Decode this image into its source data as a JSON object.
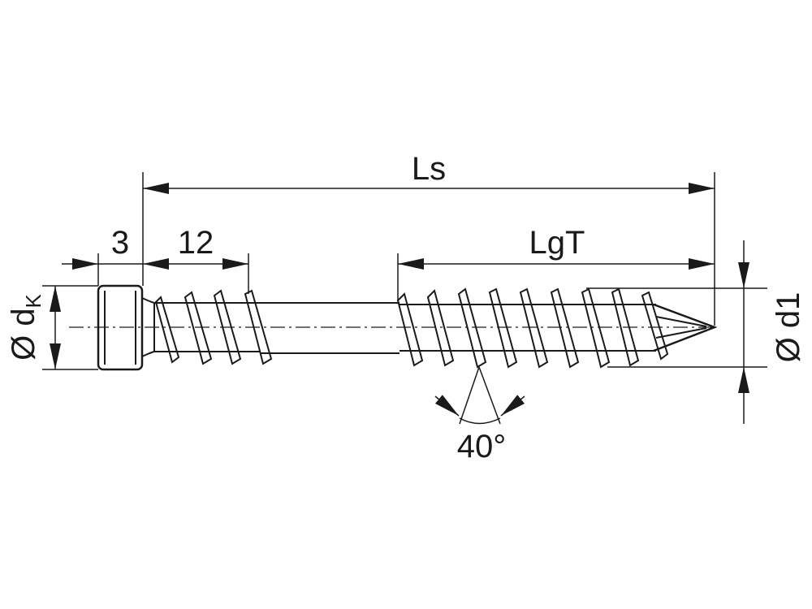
{
  "labels": {
    "overall_length": "Ls",
    "head_height": "3",
    "upper_thread_length": "12",
    "thread_length": "LgT",
    "head_diameter_prefix": "Ø d",
    "head_diameter_subscript": "K",
    "thread_diameter": "Ø d1",
    "thread_angle": "40°"
  },
  "colors": {
    "stroke": "#1a1a1a",
    "background": "#ffffff"
  }
}
